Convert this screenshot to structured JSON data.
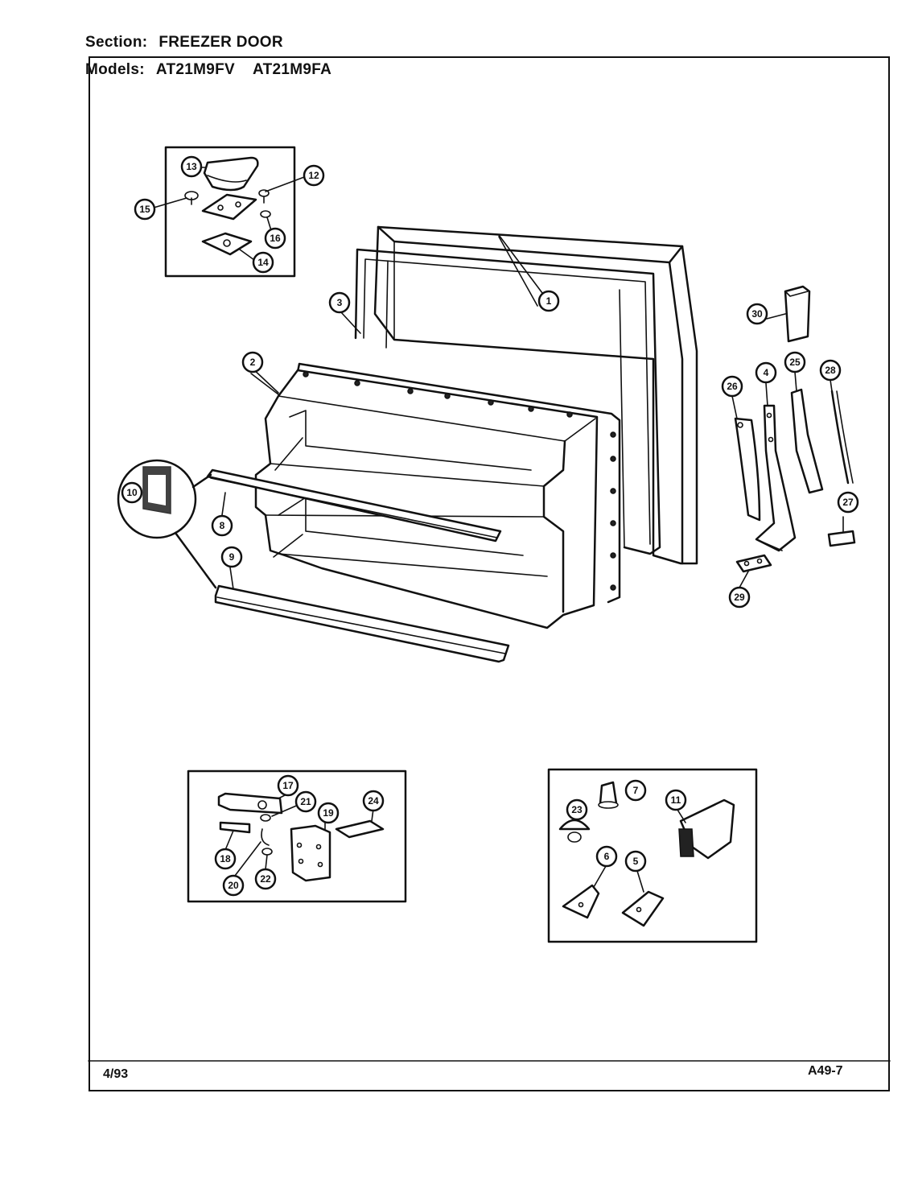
{
  "header": {
    "section_label": "Section:",
    "section_value": "FREEZER DOOR",
    "models_label": "Models:",
    "model_1": "AT21M9FV",
    "model_2": "AT21M9FA"
  },
  "footer": {
    "date": "4/93",
    "page_code": "A49-7"
  },
  "callouts": [
    "1",
    "2",
    "3",
    "4",
    "5",
    "6",
    "7",
    "8",
    "9",
    "10",
    "11",
    "12",
    "13",
    "14",
    "15",
    "16",
    "17",
    "18",
    "19",
    "20",
    "21",
    "22",
    "23",
    "24",
    "25",
    "26",
    "27",
    "28",
    "29",
    "30"
  ]
}
